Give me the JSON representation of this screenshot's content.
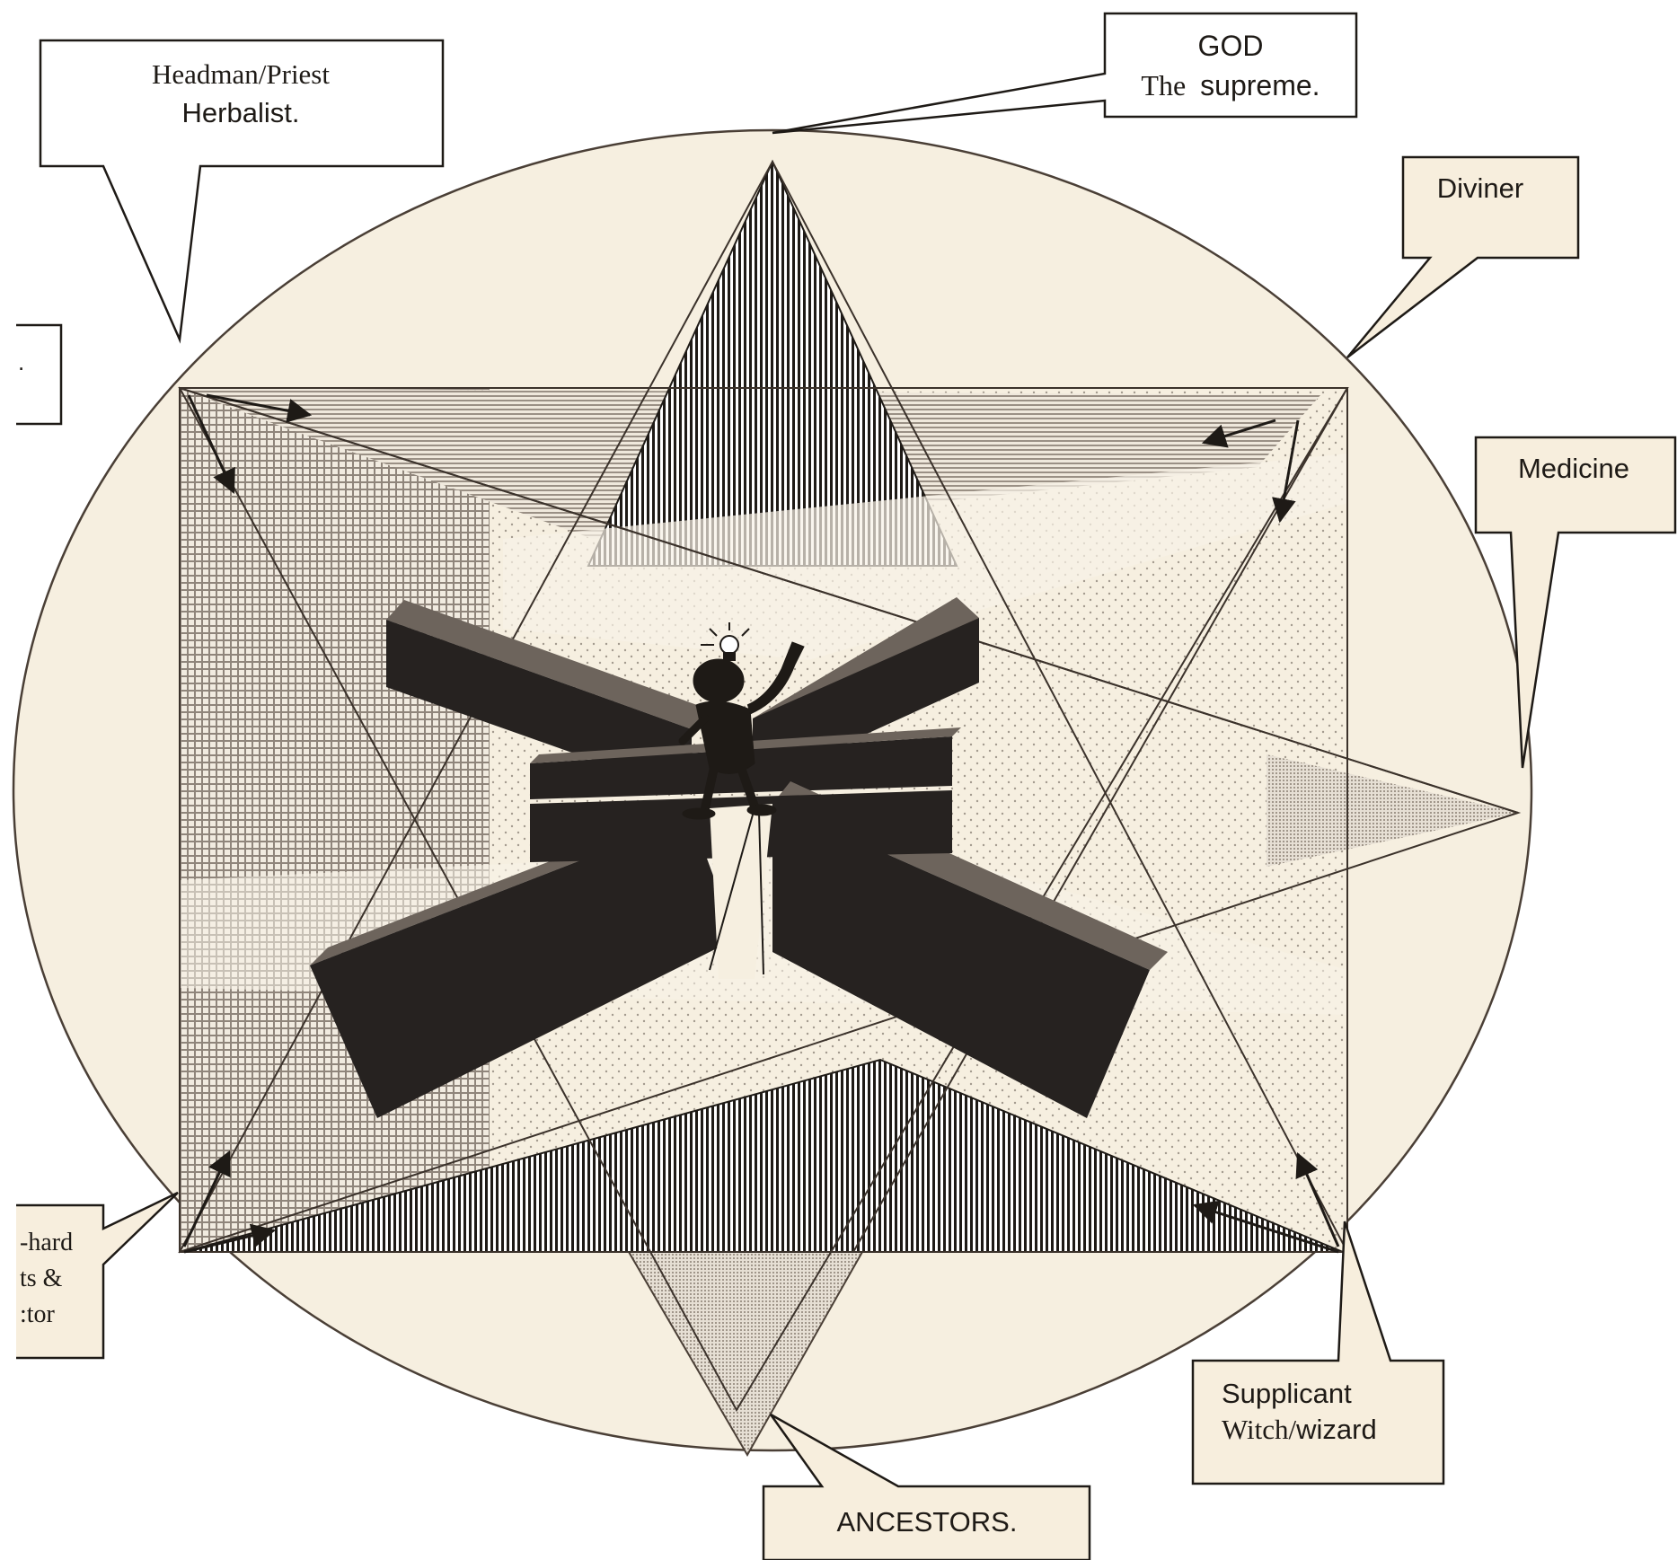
{
  "colors": {
    "background": "#ffffff",
    "circle_fill": "#f6efe0",
    "callout_fill": "#f7eedd",
    "ink": "#1e1a16",
    "cross_fill": "#262220",
    "stipple": "#9a9085"
  },
  "callouts": {
    "god": {
      "line1": "GOD",
      "line2_a": "The",
      "line2_b": "supreme."
    },
    "headman": {
      "line1": "Headman/Priest",
      "line2": "Herbalist."
    },
    "left_stub": {
      "text": "."
    },
    "diviner": {
      "text": "Diviner"
    },
    "medicine": {
      "text": "Medicine"
    },
    "bottom_left": {
      "line1": "-hard",
      "line2": "ts &",
      "line3": ":tor"
    },
    "supplicant": {
      "line1": "Supplicant",
      "line2_a": "Witch/",
      "line2_b": "wizard"
    },
    "ancestors": {
      "text": "ANCESTORS."
    }
  },
  "icons": {
    "figure": "thinking-person-icon",
    "idea": "lightbulb-icon"
  }
}
